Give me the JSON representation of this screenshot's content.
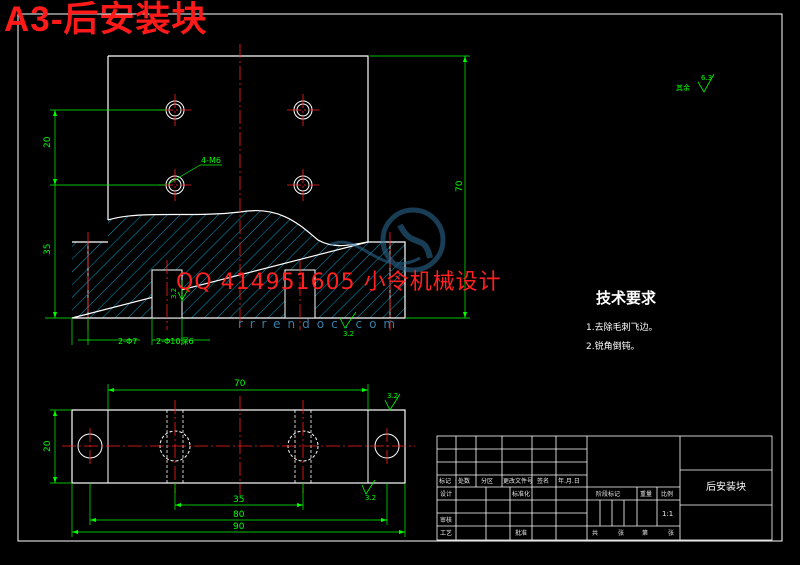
{
  "sheet": {
    "title": "A3-后安装块"
  },
  "watermark": {
    "qq_text": "QQ 414951605 小令机械设计",
    "site_text": "rrrendoc.com"
  },
  "front_view": {
    "dims": {
      "d20": "20",
      "d35": "35",
      "d70": "70",
      "thread": "4-M6",
      "d2b7": "2-Φ7",
      "d2b10": "2-Φ10深6",
      "rough1": "3.2",
      "rough2": "3.2"
    }
  },
  "top_view": {
    "dims": {
      "d70": "70",
      "d20": "20",
      "d35": "35",
      "d80": "80",
      "d90": "90",
      "rough1": "3.2",
      "rough2": "3.2"
    }
  },
  "surface_finish": {
    "label": "其余",
    "value": "6.3"
  },
  "technical_requirements": {
    "heading": "技术要求",
    "items": [
      "1.去除毛刺飞边。",
      "2.锐角倒钝。"
    ]
  },
  "title_block": {
    "part_name": "后安装块",
    "scale": "1:1",
    "row_labels": [
      "标记",
      "处数",
      "分区",
      "更改文件号",
      "签名",
      "年.月.日"
    ],
    "left_labels": [
      "设计",
      "审核",
      "工艺"
    ],
    "mid_labels": [
      "标准化",
      "批准"
    ],
    "stage_labels": [
      "阶段标记",
      "重量",
      "比例"
    ],
    "sheet_labels": [
      "共",
      "张",
      "第",
      "张"
    ]
  },
  "colors": {
    "outline": "#ffffff",
    "centerline": "#ff2020",
    "dimension": "#00ff00",
    "title": "#ff1a1a",
    "watermark_blue": "#2f6f9a"
  }
}
